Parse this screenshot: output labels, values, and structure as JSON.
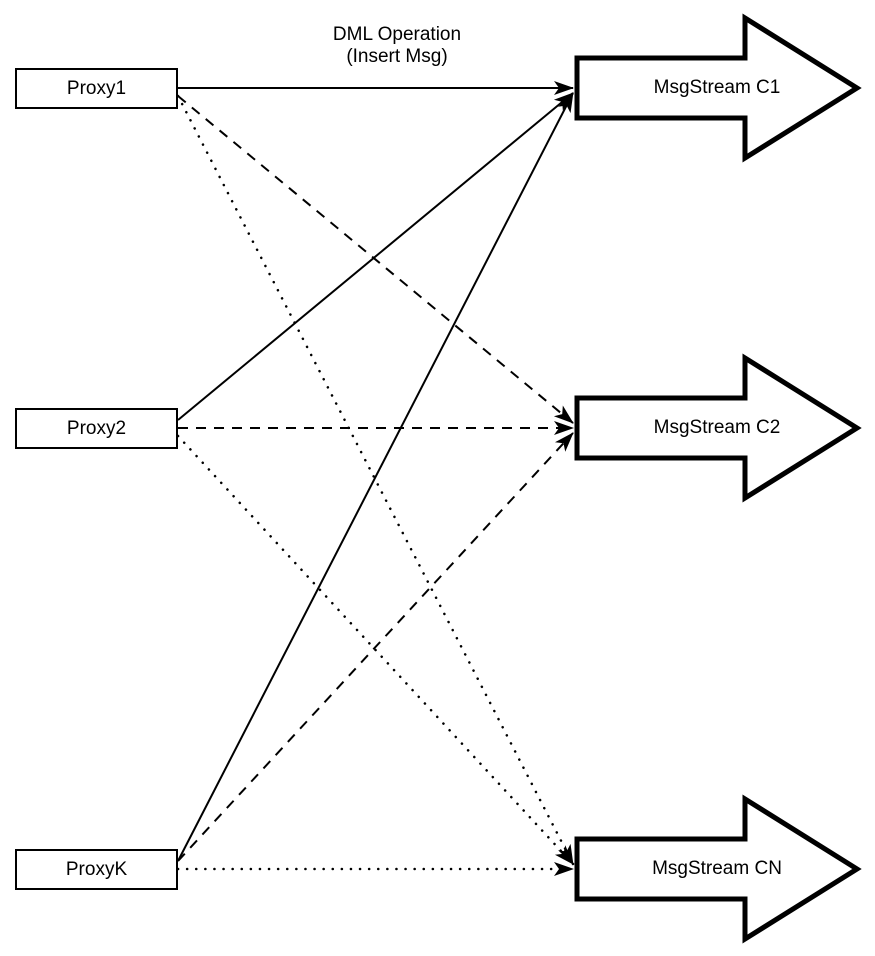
{
  "title": {
    "line1": "DML Operation",
    "line2": "(Insert Msg)"
  },
  "proxies": [
    {
      "id": "proxy1",
      "label": "Proxy1"
    },
    {
      "id": "proxy2",
      "label": "Proxy2"
    },
    {
      "id": "proxyK",
      "label": "ProxyK"
    }
  ],
  "streams": [
    {
      "id": "c1",
      "label": "MsgStream C1"
    },
    {
      "id": "c2",
      "label": "MsgStream C2"
    },
    {
      "id": "cn",
      "label": "MsgStream CN"
    }
  ],
  "connections": [
    {
      "from": "proxy1",
      "to": "c1",
      "style": "solid"
    },
    {
      "from": "proxy2",
      "to": "c1",
      "style": "solid"
    },
    {
      "from": "proxyK",
      "to": "c1",
      "style": "solid"
    },
    {
      "from": "proxy1",
      "to": "c2",
      "style": "dashed"
    },
    {
      "from": "proxy2",
      "to": "c2",
      "style": "dashed"
    },
    {
      "from": "proxyK",
      "to": "c2",
      "style": "dashed"
    },
    {
      "from": "proxy1",
      "to": "cn",
      "style": "dotted"
    },
    {
      "from": "proxy2",
      "to": "cn",
      "style": "dotted"
    },
    {
      "from": "proxyK",
      "to": "cn",
      "style": "dotted"
    }
  ],
  "colors": {
    "stroke": "#000000",
    "shape_fill": "#ffffff",
    "background": "#ffffff"
  }
}
